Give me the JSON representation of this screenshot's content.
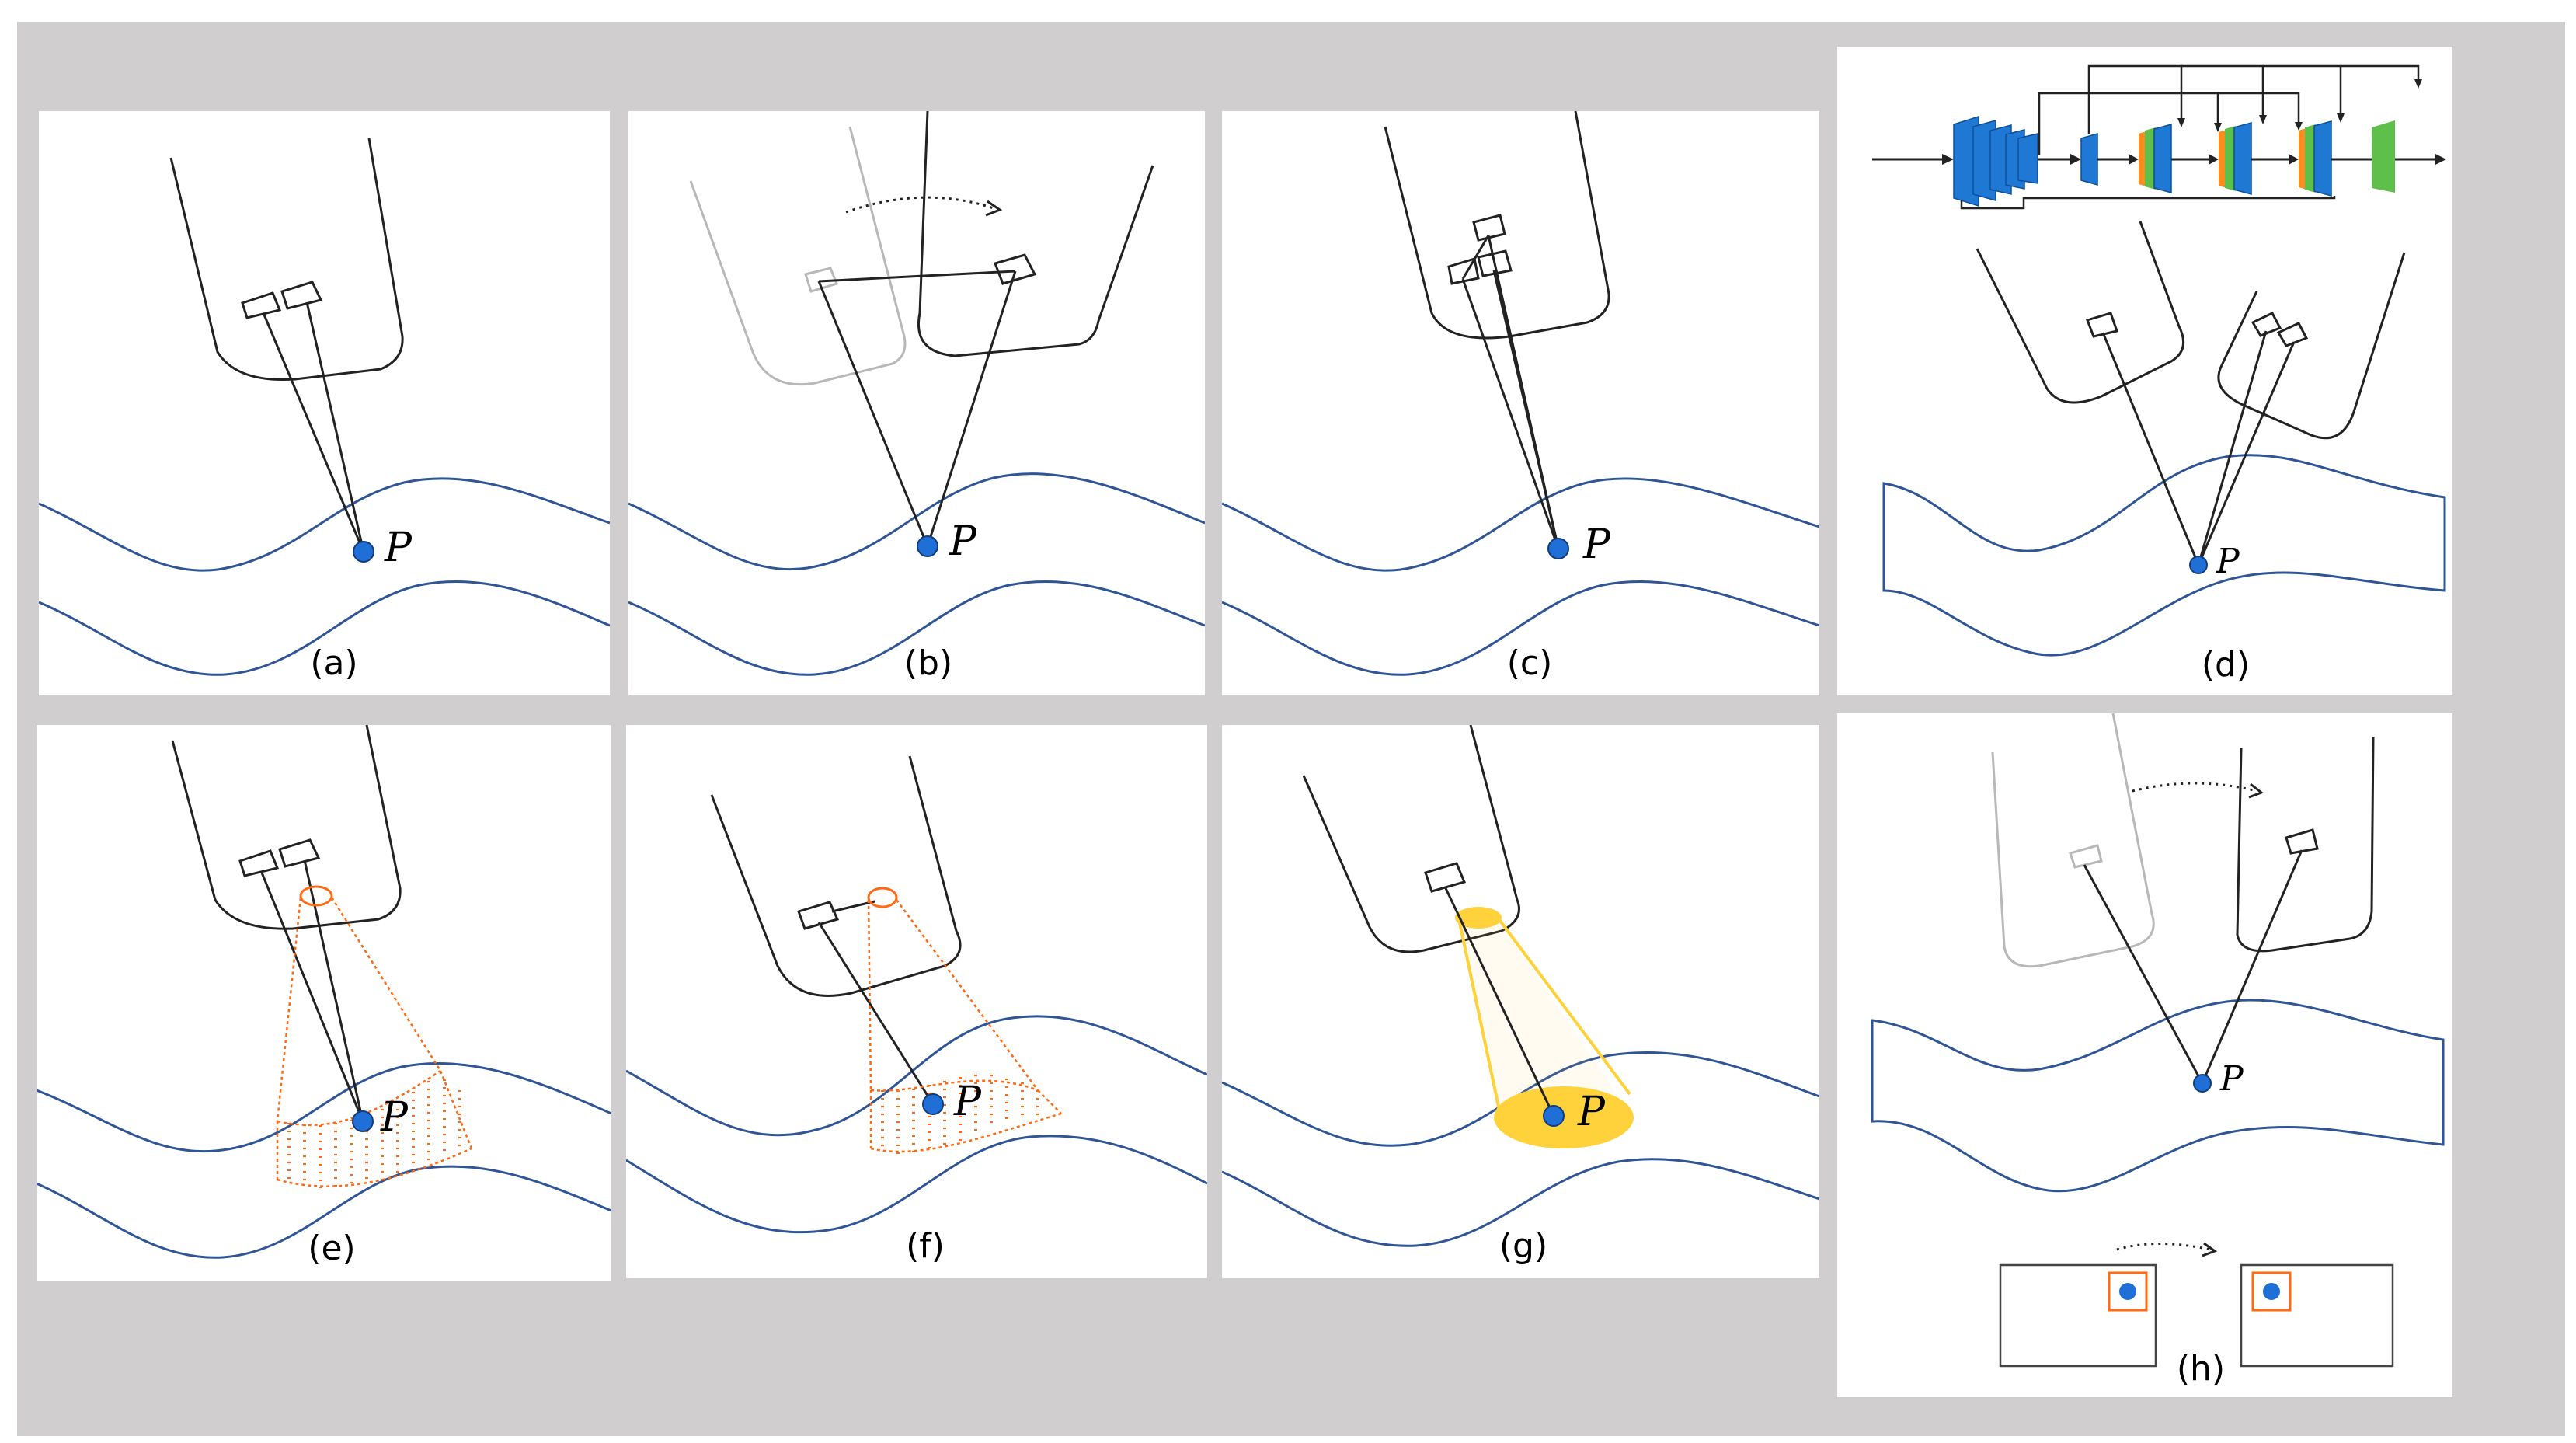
{
  "figure": {
    "background_color": "#d0cecf",
    "colors": {
      "tissue": "#2f5597",
      "point": "#1f6fd6",
      "instrument": "#222222",
      "ghost": "#b8b8b8",
      "projection": "#ff6a13",
      "light_cone": "#ffd23c",
      "net_blue": "#1f78d4",
      "net_green": "#5ec04b",
      "net_orange": "#ff8a1e"
    },
    "point_label": "P",
    "panels": [
      {
        "id": "a",
        "caption": "(a)"
      },
      {
        "id": "b",
        "caption": "(b)"
      },
      {
        "id": "c",
        "caption": "(c)"
      },
      {
        "id": "d",
        "caption": "(d)"
      },
      {
        "id": "e",
        "caption": "(e)"
      },
      {
        "id": "f",
        "caption": "(f)"
      },
      {
        "id": "g",
        "caption": "(g)"
      },
      {
        "id": "h",
        "caption": "(h)"
      }
    ]
  }
}
